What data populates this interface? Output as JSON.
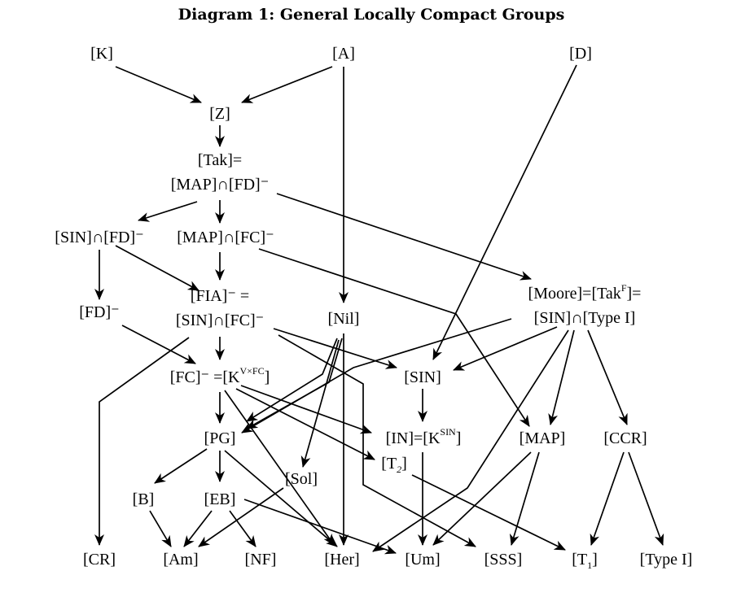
{
  "title": "Diagram 1: General Locally Compact Groups",
  "nodes": {
    "K": "[K]",
    "A": "[A]",
    "D": "[D]",
    "Z": "[Z]",
    "Tak_1": "[Tak]=",
    "Tak_2": "[MAP]∩[FD]⁻",
    "SIN_FD": "[SIN]∩[FD]⁻",
    "MAP_FC": "[MAP]∩[FC]⁻",
    "FIA_1": "[FIA]⁻ =",
    "FIA_2": "[SIN]∩[FC]⁻",
    "FD": "[FD]⁻",
    "Nil": "[Nil]",
    "Moore_1": "[Moore]=[Tak",
    "Moore_1_sup": "F",
    "Moore_1_end": "]=",
    "Moore_2": "[SIN]∩[Type I]",
    "FC_1": "[FC]⁻ =[K",
    "FC_sup": "V×FC",
    "FC_end": "]",
    "SIN": "[SIN]",
    "PG": "[PG]",
    "IN_1": "[IN]=[K",
    "IN_sup": "SIN",
    "IN_end": "]",
    "T2_1": "[T",
    "T2_sub": "2",
    "T2_end": "]",
    "MAP": "[MAP]",
    "CCR": "[CCR]",
    "Sol": "[Sol]",
    "B": "[B]",
    "EB": "[EB]",
    "CR": "[CR]",
    "Am": "[Am]",
    "NF": "[NF]",
    "Her": "[Her]",
    "Um": "[Um]",
    "SSS": "[SSS]",
    "T1_1": "[T",
    "T1_sub": "1",
    "T1_end": "]",
    "TypeI": "[Type I]"
  }
}
